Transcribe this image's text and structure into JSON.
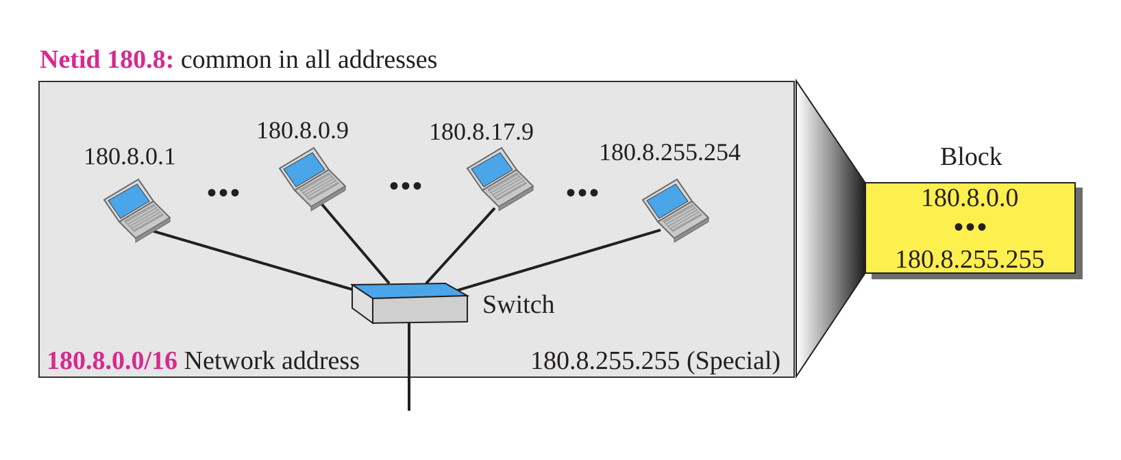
{
  "heading": {
    "netid": "Netid 180.8:",
    "desc": "common in all addresses"
  },
  "hosts": [
    {
      "address": "180.8.0.1"
    },
    {
      "address": "180.8.0.9"
    },
    {
      "address": "180.8.17.9"
    },
    {
      "address": "180.8.255.254"
    }
  ],
  "ellipsis": "•••",
  "switch_label": "Switch",
  "network": {
    "prefix": "180.8.0.0/16",
    "label": "Network address"
  },
  "special": "180.8.255.255 (Special)",
  "block": {
    "title": "Block",
    "first": "180.8.0.0",
    "dots": "•••",
    "last": "180.8.255.255"
  },
  "colors": {
    "accent": "#d62a8f",
    "panel": "#e6e6e6",
    "block": "#fcef4e",
    "screen": "#4aa6e8",
    "switch_top": "#4aa6e8"
  }
}
